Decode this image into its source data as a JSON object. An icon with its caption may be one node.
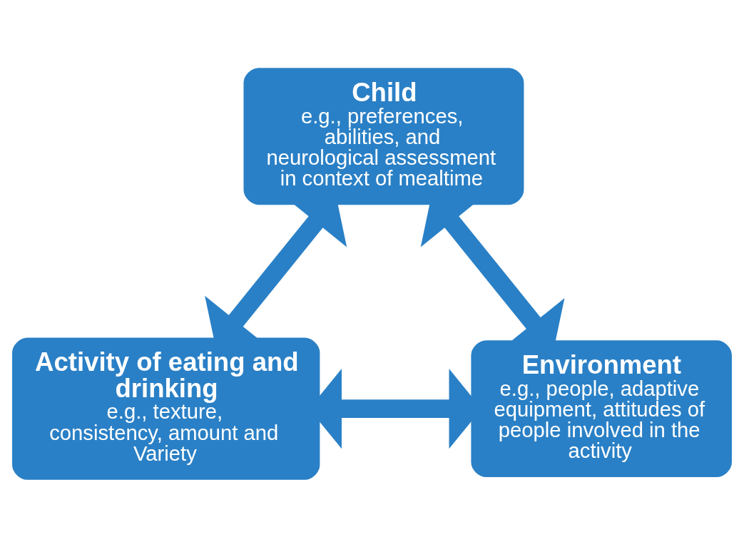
{
  "diagram": {
    "nodes": [
      {
        "text": [
          "Child",
          "e.g., preferences, abilities, and neurological assessment in context of mealtime"
        ]
      },
      {
        "text": [
          "Activity of eating and drinking",
          "e.g., texture, consistency, amount and Variety"
        ]
      },
      {
        "text": [
          "Environment",
          "e.g., people, adaptive equipment, attitudes of people involved in the activity"
        ]
      }
    ],
    "edges": [
      {
        "from": 0,
        "to": 1,
        "arrow": "both"
      },
      {
        "from": 0,
        "to": 2,
        "arrow": "both"
      },
      {
        "from": 1,
        "to": 2,
        "arrow": "both"
      }
    ]
  }
}
